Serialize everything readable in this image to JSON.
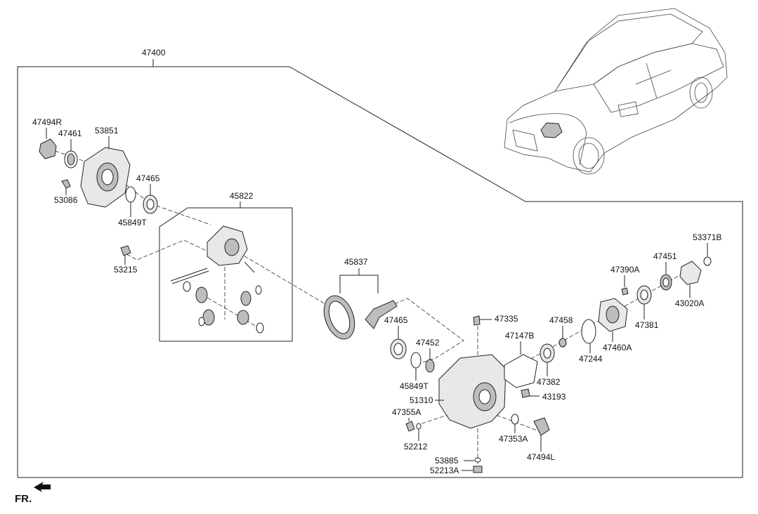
{
  "diagram": {
    "assembly_label": "47400",
    "subassembly_label": "45822",
    "gear_set_label": "45837",
    "front_indicator": "FR."
  },
  "labels": [
    {
      "id": "47494R",
      "text": "47494R"
    },
    {
      "id": "47461",
      "text": "47461"
    },
    {
      "id": "53851",
      "text": "53851"
    },
    {
      "id": "53086",
      "text": "53086"
    },
    {
      "id": "47465a",
      "text": "47465"
    },
    {
      "id": "45849Ta",
      "text": "45849T"
    },
    {
      "id": "53215",
      "text": "53215"
    },
    {
      "id": "47465b",
      "text": "47465"
    },
    {
      "id": "47452",
      "text": "47452"
    },
    {
      "id": "45849Tb",
      "text": "45849T"
    },
    {
      "id": "47335",
      "text": "47335"
    },
    {
      "id": "47147B",
      "text": "47147B"
    },
    {
      "id": "47458",
      "text": "47458"
    },
    {
      "id": "47244",
      "text": "47244"
    },
    {
      "id": "47382",
      "text": "47382"
    },
    {
      "id": "51310",
      "text": "51310"
    },
    {
      "id": "43193",
      "text": "43193"
    },
    {
      "id": "47355A",
      "text": "47355A"
    },
    {
      "id": "52212",
      "text": "52212"
    },
    {
      "id": "47353A",
      "text": "47353A"
    },
    {
      "id": "47494L",
      "text": "47494L"
    },
    {
      "id": "53885",
      "text": "53885"
    },
    {
      "id": "52213A",
      "text": "52213A"
    },
    {
      "id": "47390A",
      "text": "47390A"
    },
    {
      "id": "47451",
      "text": "47451"
    },
    {
      "id": "53371B",
      "text": "53371B"
    },
    {
      "id": "47381",
      "text": "47381"
    },
    {
      "id": "43020A",
      "text": "43020A"
    },
    {
      "id": "47460A",
      "text": "47460A"
    }
  ]
}
